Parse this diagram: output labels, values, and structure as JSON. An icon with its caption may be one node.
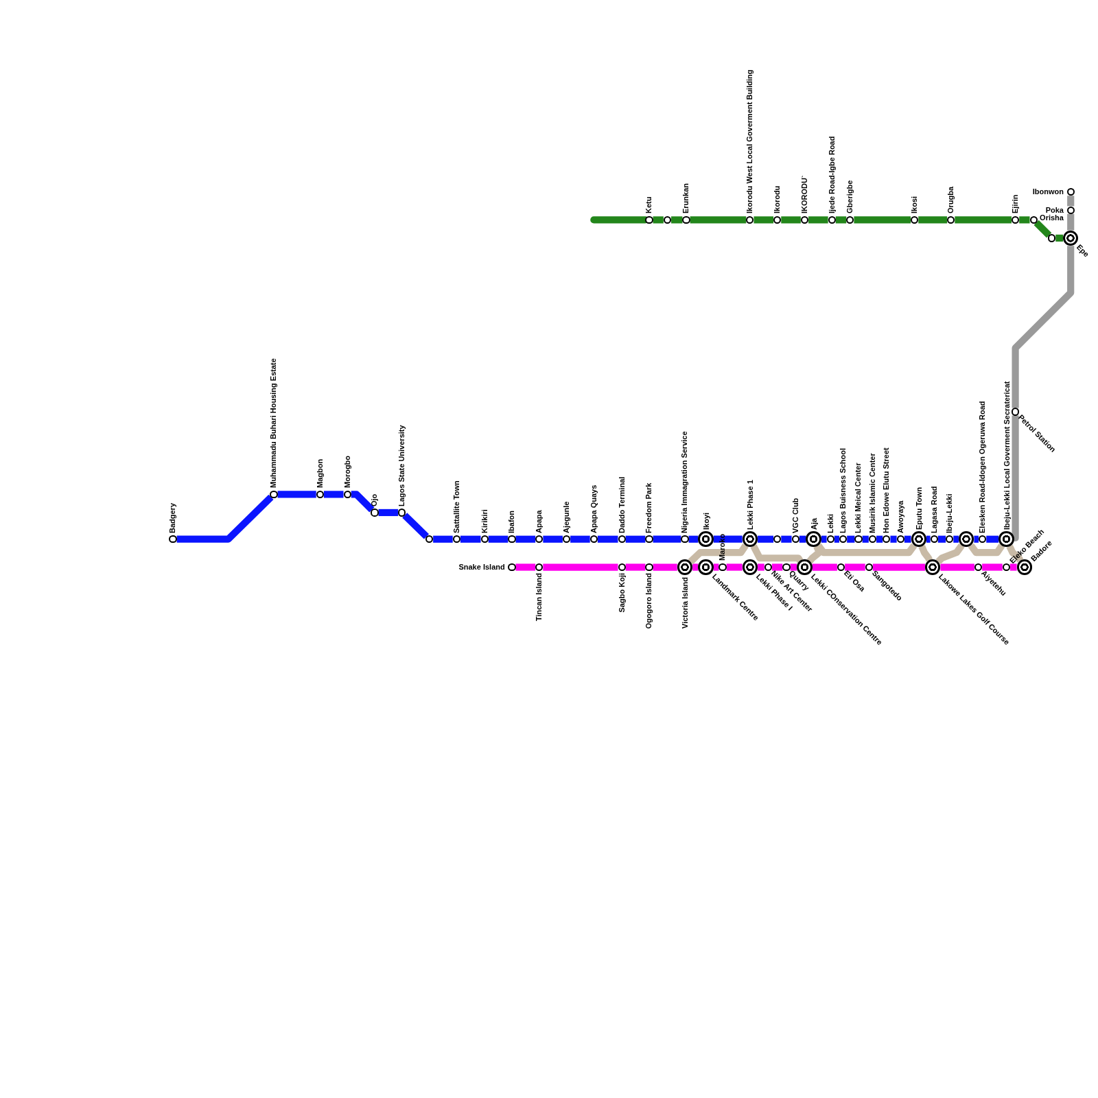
{
  "diagram": {
    "nodes": [
      {
        "text": [
          "Ketu"
        ]
      },
      {
        "text": [],
        "shape": "circle"
      },
      {
        "text": [
          "Erunkan"
        ]
      },
      {
        "text": [
          "Ikorodu West Local Goverment Building"
        ]
      },
      {
        "text": [
          "Ikorodu"
        ]
      },
      {
        "text": [
          "IKORODU`"
        ]
      },
      {
        "text": [
          "Ijede Road-Igbe Road"
        ]
      },
      {
        "text": [
          "Gberigbe"
        ]
      },
      {
        "text": [
          "Ikosi"
        ]
      },
      {
        "text": [
          "Orugba"
        ]
      },
      {
        "text": [
          "Ejirin"
        ]
      },
      {
        "text": [
          "Orisha"
        ]
      },
      {
        "text": [],
        "shape": "circle"
      },
      {
        "text": [
          "Epe"
        ]
      },
      {
        "text": [
          "Ibonwon"
        ]
      },
      {
        "text": [
          "Poka"
        ]
      },
      {
        "text": [
          "Petrol Station"
        ]
      },
      {
        "text": [
          "Badgery"
        ]
      },
      {
        "text": [
          "Muhammadu Buhari Housing Estate"
        ]
      },
      {
        "text": [
          "Magbon"
        ]
      },
      {
        "text": [
          "Morogbo"
        ]
      },
      {
        "text": [
          "Ojo"
        ]
      },
      {
        "text": [
          "Lagos State University"
        ]
      },
      {
        "text": [],
        "shape": "circle"
      },
      {
        "text": [
          "Sattallite Town"
        ]
      },
      {
        "text": [
          "Kirikiri"
        ]
      },
      {
        "text": [
          "Ibafon"
        ]
      },
      {
        "text": [
          "Apapa"
        ]
      },
      {
        "text": [
          "Ajegunle"
        ]
      },
      {
        "text": [
          "Apapa Quays"
        ]
      },
      {
        "text": [
          "Daddo Terminal"
        ]
      },
      {
        "text": [
          "Freedom Park"
        ]
      },
      {
        "text": [
          "Nigeria Immagration Service"
        ]
      },
      {
        "text": [
          "Ikoyi"
        ]
      },
      {
        "text": [
          "Lekki Phase 1"
        ]
      },
      {
        "text": [],
        "shape": "circle"
      },
      {
        "text": [
          "VGC Club"
        ]
      },
      {
        "text": [
          "Aja"
        ]
      },
      {
        "text": [
          "Lekki"
        ]
      },
      {
        "text": [
          "Lagos Buisness School"
        ]
      },
      {
        "text": [
          "Lekki Meical Center"
        ]
      },
      {
        "text": [
          "Musirik Islamic Center"
        ]
      },
      {
        "text": [
          "Hon Edowe Elutu Street"
        ]
      },
      {
        "text": [
          "Awoyaya"
        ]
      },
      {
        "text": [
          "Eputu Town"
        ]
      },
      {
        "text": [
          "Lagasa Road"
        ]
      },
      {
        "text": [
          "Ibeju-Lekki"
        ]
      },
      {
        "text": [],
        "shape": "circle"
      },
      {
        "text": [
          "Elesken Road-Idogen Ogeruwa Road"
        ]
      },
      {
        "text": [
          "Ibeju-Lekki Local Goverment Secratericat"
        ]
      },
      {
        "text": [
          "Snake Island"
        ]
      },
      {
        "text": [
          "Tincan Island"
        ]
      },
      {
        "text": [
          "Sagbo Koji"
        ]
      },
      {
        "text": [
          "Ogogoro Island"
        ]
      },
      {
        "text": [
          "Victoria Island"
        ]
      },
      {
        "text": [
          "Landmark Centre"
        ]
      },
      {
        "text": [
          "Maroko"
        ]
      },
      {
        "text": [
          "Lekki Phase I"
        ]
      },
      {
        "text": [
          "Nike Art Center"
        ]
      },
      {
        "text": [
          "Quarry"
        ]
      },
      {
        "text": [
          "Lekki COnservation Centre"
        ]
      },
      {
        "text": [
          "Eti Osa"
        ]
      },
      {
        "text": [
          "Sangotedo"
        ]
      },
      {
        "text": [
          "Lakowe Lakes Golf Course"
        ]
      },
      {
        "text": [
          "Aiyetehu"
        ]
      },
      {
        "text": [
          "Eleko Beach"
        ]
      },
      {
        "text": [
          "Badore"
        ]
      }
    ],
    "edges": [
      {
        "from": null,
        "to": 0,
        "arrow": "none",
        "color": "#23861b"
      },
      {
        "from": 0,
        "to": 1,
        "arrow": "none",
        "color": "#23861b"
      },
      {
        "from": 1,
        "to": 2,
        "arrow": "none",
        "color": "#23861b"
      },
      {
        "from": 2,
        "to": 3,
        "arrow": "none",
        "color": "#23861b"
      },
      {
        "from": 3,
        "to": 4,
        "arrow": "none",
        "color": "#23861b"
      },
      {
        "from": 4,
        "to": 5,
        "arrow": "none",
        "color": "#23861b"
      },
      {
        "from": 5,
        "to": 6,
        "arrow": "none",
        "color": "#23861b"
      },
      {
        "from": 6,
        "to": 7,
        "arrow": "none",
        "color": "#23861b"
      },
      {
        "from": 7,
        "to": 8,
        "arrow": "none",
        "color": "#23861b"
      },
      {
        "from": 8,
        "to": 9,
        "arrow": "none",
        "color": "#23861b"
      },
      {
        "from": 9,
        "to": 10,
        "arrow": "none",
        "color": "#23861b"
      },
      {
        "from": 10,
        "to": 11,
        "arrow": "none",
        "color": "#23861b"
      },
      {
        "from": 11,
        "to": 12,
        "arrow": "none",
        "color": "#23861b"
      },
      {
        "from": 12,
        "to": 13,
        "arrow": "none",
        "color": "#23861b"
      },
      {
        "from": 14,
        "to": 15,
        "arrow": "none",
        "color": "#9a9a9a"
      },
      {
        "from": 15,
        "to": 13,
        "arrow": "none",
        "color": "#9a9a9a"
      },
      {
        "from": 13,
        "to": 16,
        "arrow": "none",
        "color": "#9a9a9a"
      },
      {
        "from": 16,
        "to": 49,
        "arrow": "none",
        "color": "#9a9a9a"
      },
      {
        "from": 17,
        "to": 18,
        "arrow": "none",
        "color": "#0a14ff"
      },
      {
        "from": 18,
        "to": 19,
        "arrow": "none",
        "color": "#0a14ff"
      },
      {
        "from": 19,
        "to": 20,
        "arrow": "none",
        "color": "#0a14ff"
      },
      {
        "from": 20,
        "to": 21,
        "arrow": "none",
        "color": "#0a14ff"
      },
      {
        "from": 21,
        "to": 22,
        "arrow": "none",
        "color": "#0a14ff"
      },
      {
        "from": 22,
        "to": 23,
        "arrow": "none",
        "color": "#0a14ff"
      },
      {
        "from": 23,
        "to": 24,
        "arrow": "none",
        "color": "#0a14ff"
      },
      {
        "from": 24,
        "to": 25,
        "arrow": "none",
        "color": "#0a14ff"
      },
      {
        "from": 25,
        "to": 26,
        "arrow": "none",
        "color": "#0a14ff"
      },
      {
        "from": 26,
        "to": 27,
        "arrow": "none",
        "color": "#0a14ff"
      },
      {
        "from": 27,
        "to": 28,
        "arrow": "none",
        "color": "#0a14ff"
      },
      {
        "from": 28,
        "to": 29,
        "arrow": "none",
        "color": "#0a14ff"
      },
      {
        "from": 29,
        "to": 30,
        "arrow": "none",
        "color": "#0a14ff"
      },
      {
        "from": 30,
        "to": 31,
        "arrow": "none",
        "color": "#0a14ff"
      },
      {
        "from": 31,
        "to": 32,
        "arrow": "none",
        "color": "#0a14ff"
      },
      {
        "from": 32,
        "to": 33,
        "arrow": "none",
        "color": "#0a14ff"
      },
      {
        "from": 33,
        "to": 34,
        "arrow": "none",
        "color": "#0a14ff"
      },
      {
        "from": 34,
        "to": 35,
        "arrow": "none",
        "color": "#0a14ff"
      },
      {
        "from": 35,
        "to": 36,
        "arrow": "none",
        "color": "#0a14ff"
      },
      {
        "from": 36,
        "to": 37,
        "arrow": "none",
        "color": "#0a14ff"
      },
      {
        "from": 37,
        "to": 38,
        "arrow": "none",
        "color": "#0a14ff"
      },
      {
        "from": 38,
        "to": 39,
        "arrow": "none",
        "color": "#0a14ff"
      },
      {
        "from": 39,
        "to": 40,
        "arrow": "none",
        "color": "#0a14ff"
      },
      {
        "from": 40,
        "to": 41,
        "arrow": "none",
        "color": "#0a14ff"
      },
      {
        "from": 41,
        "to": 42,
        "arrow": "none",
        "color": "#0a14ff"
      },
      {
        "from": 42,
        "to": 43,
        "arrow": "none",
        "color": "#0a14ff"
      },
      {
        "from": 43,
        "to": 44,
        "arrow": "none",
        "color": "#0a14ff"
      },
      {
        "from": 44,
        "to": 45,
        "arrow": "none",
        "color": "#0a14ff"
      },
      {
        "from": 45,
        "to": 46,
        "arrow": "none",
        "color": "#0a14ff"
      },
      {
        "from": 46,
        "to": 47,
        "arrow": "none",
        "color": "#0a14ff"
      },
      {
        "from": 47,
        "to": 48,
        "arrow": "none",
        "color": "#0a14ff"
      },
      {
        "from": 48,
        "to": 49,
        "arrow": "none",
        "color": "#0a14ff"
      },
      {
        "from": 50,
        "to": 51,
        "arrow": "none",
        "color": "#ff00ee"
      },
      {
        "from": 51,
        "to": 52,
        "arrow": "none",
        "color": "#ff00ee"
      },
      {
        "from": 52,
        "to": 53,
        "arrow": "none",
        "color": "#ff00ee"
      },
      {
        "from": 53,
        "to": 54,
        "arrow": "none",
        "color": "#ff00ee"
      },
      {
        "from": 54,
        "to": 55,
        "arrow": "none",
        "color": "#ff00ee"
      },
      {
        "from": 55,
        "to": 56,
        "arrow": "none",
        "color": "#ff00ee"
      },
      {
        "from": 56,
        "to": 57,
        "arrow": "none",
        "color": "#ff00ee"
      },
      {
        "from": 57,
        "to": 58,
        "arrow": "none",
        "color": "#ff00ee"
      },
      {
        "from": 58,
        "to": 59,
        "arrow": "none",
        "color": "#ff00ee"
      },
      {
        "from": 59,
        "to": 60,
        "arrow": "none",
        "color": "#ff00ee"
      },
      {
        "from": 60,
        "to": 61,
        "arrow": "none",
        "color": "#ff00ee"
      },
      {
        "from": 61,
        "to": 62,
        "arrow": "none",
        "color": "#ff00ee"
      },
      {
        "from": 62,
        "to": 63,
        "arrow": "none",
        "color": "#ff00ee"
      },
      {
        "from": 63,
        "to": 64,
        "arrow": "none",
        "color": "#ff00ee"
      },
      {
        "from": 64,
        "to": 65,
        "arrow": "none",
        "color": "#ff00ee"
      },
      {
        "from": 65,
        "to": 66,
        "arrow": "none",
        "color": "#ff00ee"
      },
      {
        "from": 54,
        "to": 34,
        "arrow": "none",
        "color": "#c8baa6"
      },
      {
        "from": 34,
        "to": 60,
        "arrow": "none",
        "color": "#c8baa6"
      },
      {
        "from": 60,
        "to": 37,
        "arrow": "none",
        "color": "#c8baa6"
      },
      {
        "from": 37,
        "to": 44,
        "arrow": "none",
        "color": "#c8baa6"
      },
      {
        "from": 44,
        "to": 63,
        "arrow": "none",
        "color": "#c8baa6"
      },
      {
        "from": 63,
        "to": 47,
        "arrow": "none",
        "color": "#c8baa6"
      },
      {
        "from": 47,
        "to": 49,
        "arrow": "none",
        "color": "#c8baa6"
      },
      {
        "from": 49,
        "to": 66,
        "arrow": "none",
        "color": "#c8baa6"
      }
    ]
  }
}
